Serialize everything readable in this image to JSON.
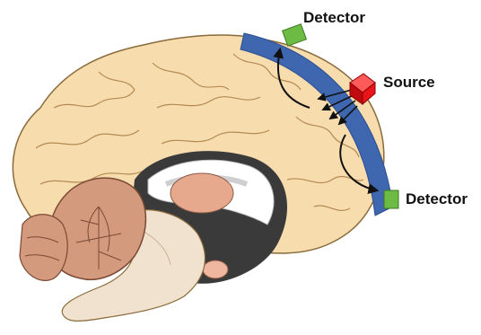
{
  "labels": {
    "detector_top": "Detector",
    "source": "Source",
    "detector_right": "Detector"
  },
  "colors": {
    "brain_cortex": "#f7dcae",
    "brain_outline": "#8a6a3a",
    "cerebellum": "#d49a7e",
    "brainstem": "#f0e2cf",
    "probe_band": "#3e67b0",
    "source_box": "#e8141a",
    "detector_box": "#6dbb45",
    "arrow": "#111111"
  },
  "icons": {
    "source": "red-cube-light-source",
    "detector": "green-square-detector"
  }
}
